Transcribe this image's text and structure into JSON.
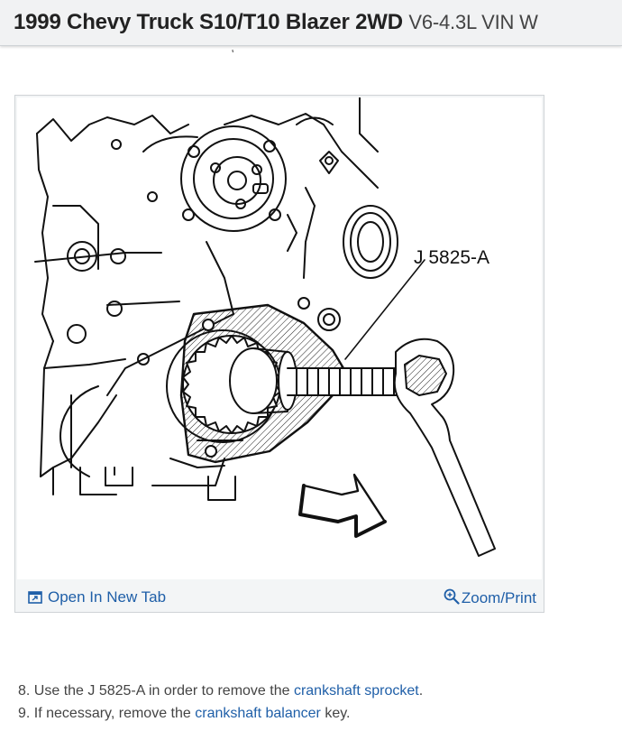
{
  "header": {
    "title_bold": "1999 Chevy Truck S10/T10 Blazer 2WD",
    "title_rest": "V6-4.3L VIN W"
  },
  "figure": {
    "callout": "J 5825-A"
  },
  "frame_footer": {
    "open_label": "Open In New Tab",
    "zoom_label": "Zoom/Print",
    "open_icon": "external-tab-icon",
    "zoom_icon": "magnifier-plus-icon",
    "link_color": "#1f5fa8"
  },
  "steps": [
    {
      "pre": "8. Use the J 5825-A in order to remove the ",
      "link": "crankshaft sprocket",
      "post": "."
    },
    {
      "pre": "9. If necessary, remove the ",
      "link": "crankshaft balancer",
      "post": " key."
    }
  ]
}
